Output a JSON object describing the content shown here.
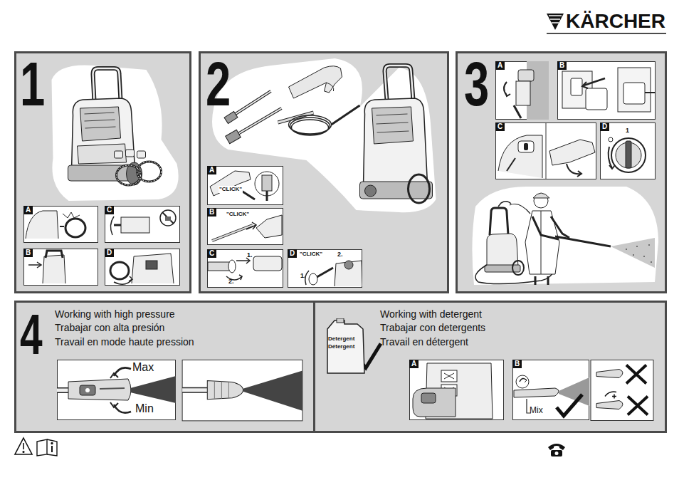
{
  "diagram": {
    "nodes": [
      {
        "text": [
          "1"
        ]
      },
      {
        "text": [
          "A"
        ],
        "in": 0
      },
      {
        "text": [
          "C"
        ],
        "in": 0
      },
      {
        "text": [
          "B"
        ],
        "in": 0
      },
      {
        "text": [
          "D"
        ],
        "in": 0
      },
      {
        "text": [
          "2"
        ]
      },
      {
        "text": [
          "A",
          "\"CLICK\""
        ],
        "in": 5
      },
      {
        "text": [
          "B",
          "\"CLICK\""
        ],
        "in": 5
      },
      {
        "text": [
          "C",
          "1.",
          "2."
        ],
        "in": 5
      },
      {
        "text": [
          "D",
          "\"CLICK\"",
          "2.",
          "1."
        ],
        "in": 5
      },
      {
        "text": [
          "3"
        ]
      },
      {
        "text": [
          "A"
        ],
        "in": 10
      },
      {
        "text": [
          "B"
        ],
        "in": 10
      },
      {
        "text": [
          "C"
        ],
        "in": 10
      },
      {
        "text": [
          "D",
          "1"
        ],
        "in": 10
      },
      {
        "text": [
          "4",
          "Working with high pressure",
          "Trabajar con alta presión",
          "Travail en mode haute pression"
        ]
      },
      {
        "text": [
          "Max",
          "Min"
        ],
        "in": 15
      },
      {
        "text": [
          "Working with detergent",
          "Trabajar con detergents",
          "Travail en détergent"
        ]
      },
      {
        "text": [
          "Detergent",
          "Détergent"
        ],
        "in": 17
      },
      {
        "text": [
          "A"
        ],
        "in": 17
      },
      {
        "text": [
          "B",
          "Mix"
        ],
        "in": 17
      }
    ],
    "labels": [
      "KÄRCHER"
    ]
  }
}
